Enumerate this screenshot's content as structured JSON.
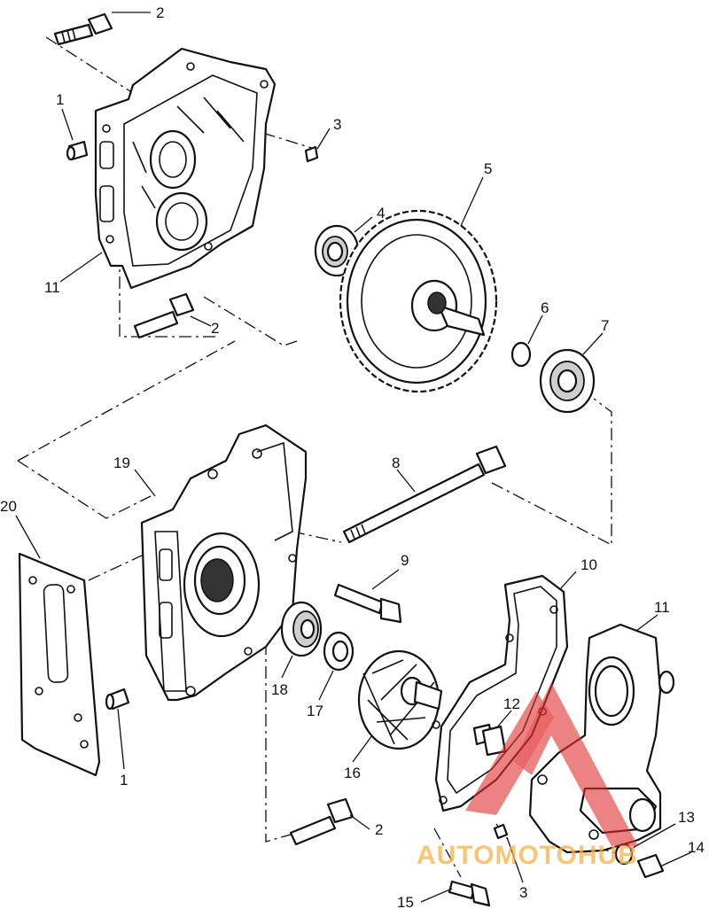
{
  "callouts": {
    "c2_top": "2",
    "c1_top": "1",
    "c3_top": "3",
    "c5": "5",
    "c4": "4",
    "c11_top": "11",
    "c2_mid": "2",
    "c6": "6",
    "c7": "7",
    "c19": "19",
    "c8": "8",
    "c20": "20",
    "c9": "9",
    "c10": "10",
    "c11_bottom": "11",
    "c12": "12",
    "c18": "18",
    "c17": "17",
    "c16": "16",
    "c1_bottom": "1",
    "c2_bottom": "2",
    "c13": "13",
    "c14": "14",
    "c3_bottom": "3",
    "c15": "15"
  },
  "watermark": {
    "text": "AUTOMOTOHUB",
    "color_orange": "#f3b24a",
    "color_red": "#e03030"
  }
}
